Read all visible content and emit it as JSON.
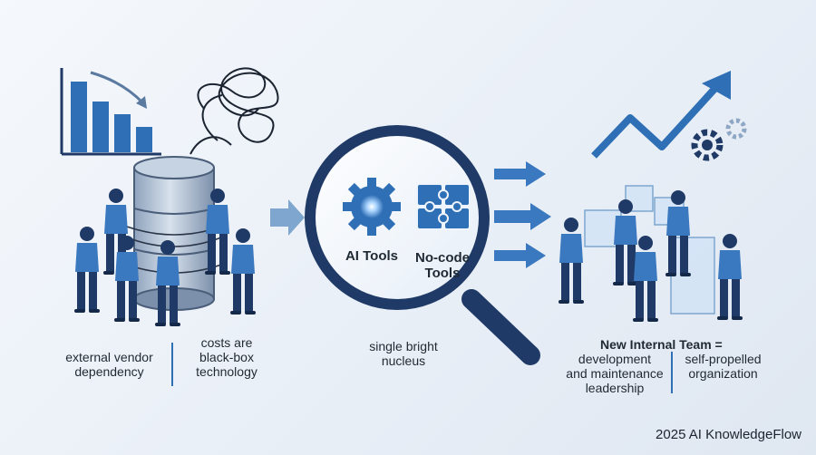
{
  "magnifier": {
    "ai_tools_label": "AI Tools",
    "nocode_label_line1": "No-code",
    "nocode_label_line2": "Tools"
  },
  "captions": {
    "left1_line1": "external vendor",
    "left1_line2": "dependency",
    "left2_line1": "costs are",
    "left2_line2": "black-box",
    "left2_line3": "technology",
    "center_line1": "single bright",
    "center_line2": "nucleus",
    "right_title": "New Internal Team =",
    "right1_line1": "development",
    "right1_line2": "and maintenance",
    "right1_line3": "leadership",
    "right2_line1": "self-propelled",
    "right2_line2": "organization"
  },
  "footer": {
    "text": "2025 AI KnowledgeFlow"
  },
  "colors": {
    "navy": "#1f3a66",
    "blue": "#2f6fb5",
    "light_blue": "#6aa3dc",
    "pale_blue": "#bcd6f0"
  }
}
